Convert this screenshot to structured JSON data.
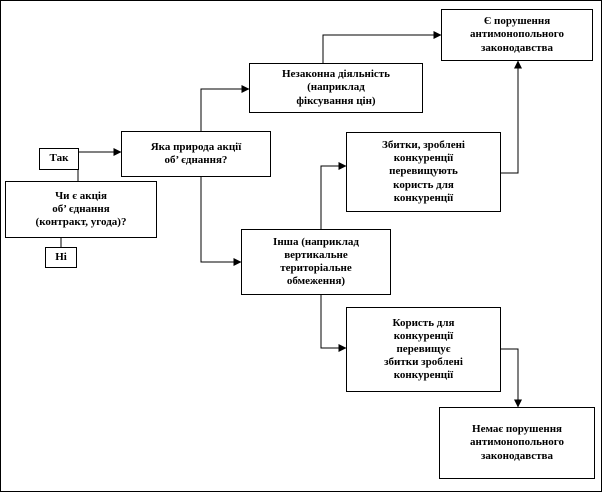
{
  "diagram": {
    "language": "uk",
    "colors": {
      "border": "#000000",
      "background": "#ffffff",
      "text": "#000000",
      "line": "#000000"
    },
    "nodes": {
      "violation": {
        "label": "Є порушення\nантимонопольного\nзаконодавства"
      },
      "illegal": {
        "label": "Незаконна діяльність\n(наприклад\nфіксування цін)"
      },
      "nature": {
        "label": "Яка природа акції\nоб’ єднання?"
      },
      "yes": {
        "label": "Так"
      },
      "question": {
        "label": "Чи є акція\nоб’ єднання\n(контракт, угода)?"
      },
      "no": {
        "label": "Ні"
      },
      "losses": {
        "label": "Збитки, зроблені\nконкуренції\nперевищують\nкористь для\nконкуренції"
      },
      "other": {
        "label": "Інша (наприклад\nвертикальне\nтериторіальне\nобмеження)"
      },
      "benefit": {
        "label": "Користь для\nконкуренції\nперевищує\nзбитки зроблені\nконкуренції"
      },
      "no_violation": {
        "label": "Немає порушення\nантимонопольного\nзаконодавства"
      }
    },
    "edges": [
      {
        "from": "question",
        "via": "yes",
        "to": "nature"
      },
      {
        "from": "question",
        "via": "no"
      },
      {
        "from": "nature",
        "to": "illegal"
      },
      {
        "from": "nature",
        "to": "other"
      },
      {
        "from": "illegal",
        "to": "violation"
      },
      {
        "from": "other",
        "to": "losses"
      },
      {
        "from": "other",
        "to": "benefit"
      },
      {
        "from": "losses",
        "to": "violation"
      },
      {
        "from": "benefit",
        "to": "no_violation"
      }
    ]
  }
}
